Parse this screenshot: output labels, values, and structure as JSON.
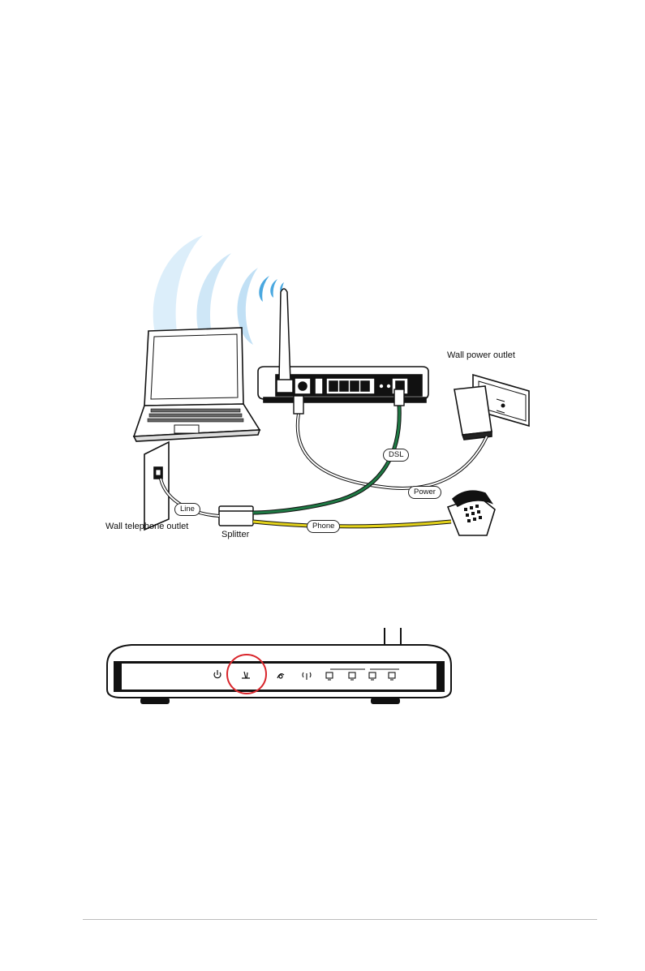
{
  "setup_diagram": {
    "labels": {
      "wall_power_outlet": "Wall power outlet",
      "wall_telephone_outlet": "Wall telephone outlet",
      "splitter": "Splitter"
    },
    "cable_tags": {
      "dsl": "DSL",
      "power": "Power",
      "line": "Line",
      "phone": "Phone"
    },
    "colors": {
      "dsl_cable": "#1f7a45",
      "phone_cable": "#e3d21a",
      "wifi_waves": "#bfe0f5",
      "wifi_waves_inner": "#4aa8e0"
    }
  },
  "front_panel_diagram": {
    "highlight_color": "#d9252b"
  }
}
